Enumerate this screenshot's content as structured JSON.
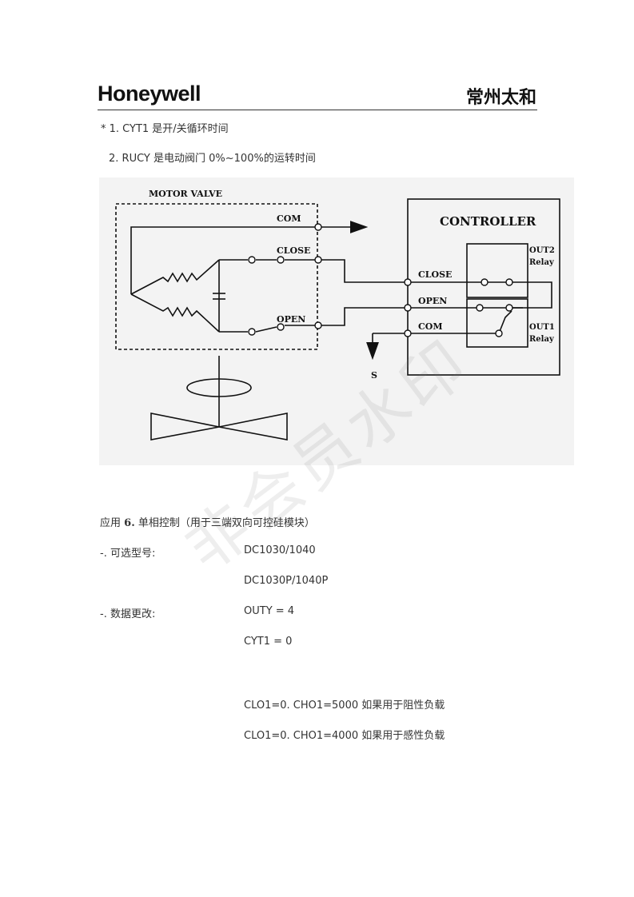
{
  "header": {
    "brand": "Honeywell",
    "company": "常州太和"
  },
  "notes": [
    "* 1. CYT1 是开/关循环时间",
    "2. RUCY 是电动阀门 0%~100%的运转时间"
  ],
  "diagram": {
    "motor_valve": "MOTOR VALVE",
    "controller": "CONTROLLER",
    "valve_com": "COM",
    "valve_close": "CLOSE",
    "valve_open": "OPEN",
    "ctrl_close": "CLOSE",
    "ctrl_open": "OPEN",
    "ctrl_com": "COM",
    "out2": "OUT2",
    "out2_relay": "Relay",
    "out1": "OUT1",
    "out1_relay": "Relay",
    "source": "S"
  },
  "watermark": "非会员水印",
  "application": {
    "prefix": "应用",
    "number": "6.",
    "title": "单相控制（用于三端双向可控硅模块）"
  },
  "rows": [
    {
      "label": "-. 可选型号:",
      "value": "DC1030/1040"
    },
    {
      "label": "",
      "value": "DC1030P/1040P"
    },
    {
      "label": "-.  数据更改:",
      "value": "OUTY = 4"
    },
    {
      "label": "",
      "value": "CYT1 = 0"
    },
    {
      "label": "",
      "value": "CLO1=0.   CHO1=5000 如果用于阻性负载"
    },
    {
      "label": "",
      "value": "CLO1=0.   CHO1=4000 如果用于感性负载"
    }
  ]
}
